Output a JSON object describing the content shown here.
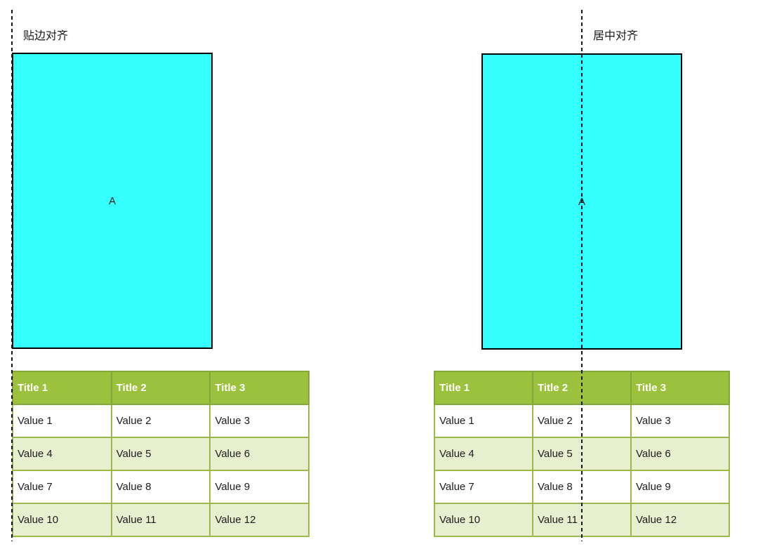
{
  "colors": {
    "shape_fill": "#33ffff",
    "shape_border": "#000000",
    "guide_line": "#161616",
    "table_header_bg": "#9cc13c",
    "table_header_text": "#ffffff",
    "table_border": "#9bb94a",
    "table_alt_row_bg": "#e8efcf",
    "table_row_bg": "#ffffff",
    "text": "#1a1a1a"
  },
  "left_panel": {
    "label": "贴边对齐",
    "shape_label": "A",
    "table": {
      "headers": [
        "Title 1",
        "Title 2",
        "Title 3"
      ],
      "rows": [
        [
          "Value 1",
          "Value 2",
          "Value 3"
        ],
        [
          "Value 4",
          "Value 5",
          "Value 6"
        ],
        [
          "Value 7",
          "Value 8",
          "Value 9"
        ],
        [
          "Value 10",
          "Value 11",
          "Value 12"
        ]
      ]
    }
  },
  "right_panel": {
    "label": "居中对齐",
    "shape_label": "A",
    "table": {
      "headers": [
        "Title 1",
        "Title 2",
        "Title 3"
      ],
      "rows": [
        [
          "Value 1",
          "Value 2",
          "Value 3"
        ],
        [
          "Value 4",
          "Value 5",
          "Value 6"
        ],
        [
          "Value 7",
          "Value 8",
          "Value 9"
        ],
        [
          "Value 10",
          "Value 11",
          "Value 12"
        ]
      ]
    }
  }
}
